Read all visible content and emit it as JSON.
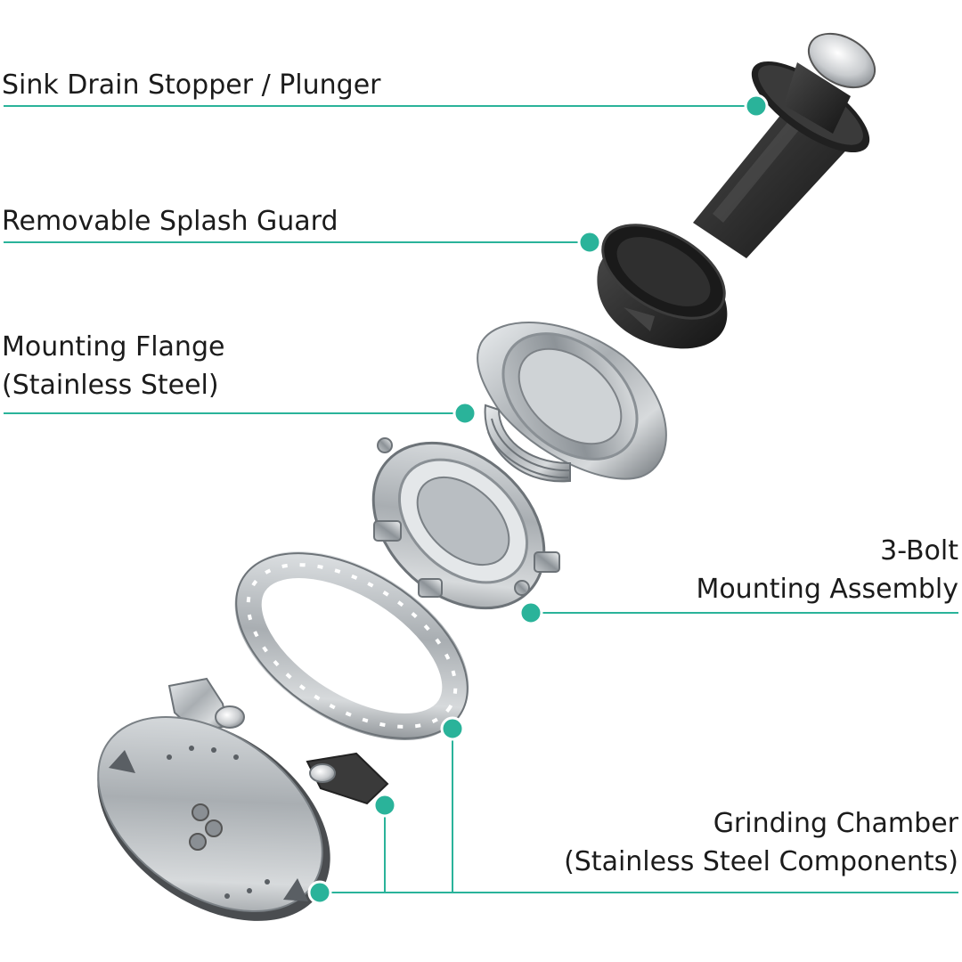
{
  "colors": {
    "leader": "#2ab39a",
    "text": "#1b1b1b",
    "rubber": "#2b2b2b",
    "steel": "#a9aeb2",
    "steel_dark": "#6d7378"
  },
  "labels": {
    "stopper": {
      "lines": [
        "Sink Drain Stopper / Plunger"
      ]
    },
    "splash_guard": {
      "lines": [
        "Removable Splash Guard"
      ]
    },
    "flange": {
      "lines": [
        "Mounting Flange",
        "(Stainless Steel)"
      ]
    },
    "mounting_assembly": {
      "lines": [
        "3-Bolt",
        "Mounting Assembly"
      ]
    },
    "grinding_chamber": {
      "lines": [
        "Grinding Chamber",
        "(Stainless Steel Components)"
      ]
    }
  }
}
